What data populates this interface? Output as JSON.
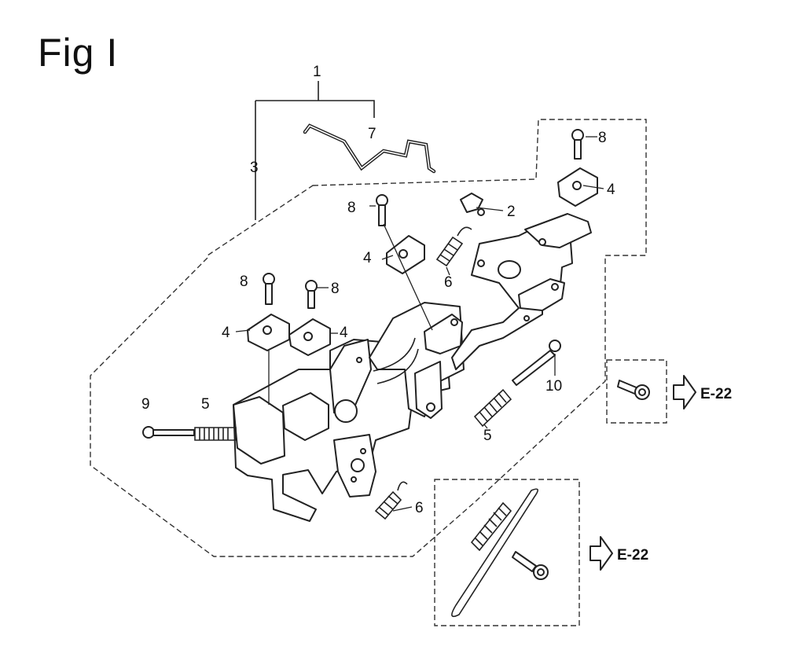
{
  "figure": {
    "title": "Fig I"
  },
  "callouts": {
    "c1": "1",
    "c3": "3",
    "c7": "7",
    "c8a": "8",
    "c4a": "4",
    "c2": "2",
    "c8b": "8",
    "c4b": "4",
    "c6a": "6",
    "c8c": "8",
    "c8d": "8",
    "c4c": "4",
    "c4d": "4",
    "c9": "9",
    "c5a": "5",
    "c10": "10",
    "c5b": "5",
    "c6b": "6"
  },
  "references": {
    "ref_upper": "E-22",
    "ref_lower": "E-22"
  }
}
